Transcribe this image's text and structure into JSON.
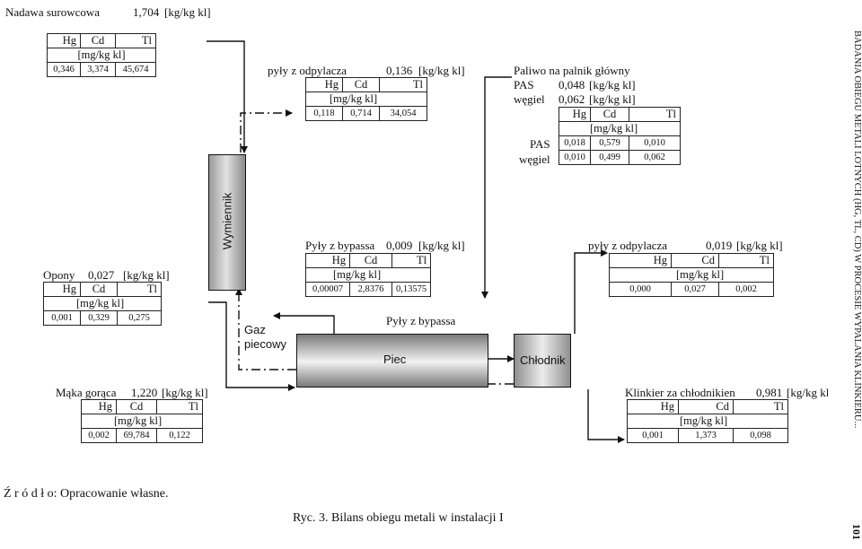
{
  "caption": "Ryc. 3. Bilans obiegu metali w instalacji I",
  "source_note": "Ź r ó d ł o: Opracowanie własne.",
  "side_header": "BADANIA OBIEGU METALI LOTNYCH (HG, TL, CD) W PROCESIE WYPALANIA KLINKIERU...",
  "page_number": "101",
  "units": {
    "flow": "[kg/kg kl]",
    "conc": "[mg/kg kl]"
  },
  "columns": {
    "hg": "Hg",
    "cd": "Cd",
    "tl": "Tl"
  },
  "units_wide": {
    "flow": "[kg/kg kl]"
  },
  "equipment": {
    "exchanger": "Wymiennik",
    "kiln": "Piec",
    "cooler": "Chłodnik",
    "gas": "Gaz piecowy",
    "bypass_dust_arrow": "Pyły z bypassa"
  },
  "streams": {
    "raw_meal": {
      "name": "Nadawa surowcowa",
      "flow": "1,704",
      "hg": "0,346",
      "cd": "3,374",
      "tl": "45,674"
    },
    "tires": {
      "name": "Opony",
      "flow": "0,027",
      "hg": "0,001",
      "cd": "0,329",
      "tl": "0,275"
    },
    "hot_meal": {
      "name": "Mąka gorąca",
      "flow": "1,220",
      "hg": "0,002",
      "cd": "69,784",
      "tl": "0,122"
    },
    "dust_top": {
      "name": "pyły z odpylacza",
      "flow": "0,136",
      "hg": "0,118",
      "cd": "0,714",
      "tl": "34,054"
    },
    "bypass_dust": {
      "name": "Pyły z bypassa",
      "flow": "0,009",
      "hg": "0,00007",
      "cd": "2,8376",
      "tl": "0,13575"
    },
    "fuel": {
      "name": "Paliwo na palnik główny",
      "pas_label": "PAS",
      "pas_flow": "0,048",
      "coal_label": "węgiel",
      "coal_flow": "0,062",
      "pas": {
        "hg": "0,018",
        "cd": "0,579",
        "tl": "0,010"
      },
      "coal": {
        "hg": "0,010",
        "cd": "0,499",
        "tl": "0,062"
      }
    },
    "dust_cooler": {
      "name": "pyły z odpylacza",
      "flow": "0,019",
      "hg": "0,000",
      "cd": "0,027",
      "tl": "0,002"
    },
    "clinker": {
      "name": "Klinkier za chłodnikien",
      "flow": "0,981",
      "hg": "0,001",
      "cd": "1,373",
      "tl": "0,098"
    }
  }
}
